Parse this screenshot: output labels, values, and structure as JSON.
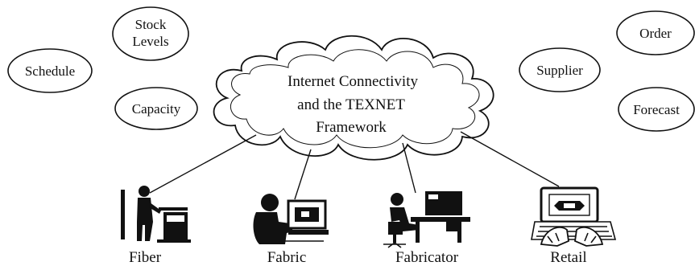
{
  "ovals": {
    "schedule": "Schedule",
    "stock_levels_line1": "Stock",
    "stock_levels_line2": "Levels",
    "capacity": "Capacity",
    "order": "Order",
    "supplier": "Supplier",
    "forecast": "Forecast"
  },
  "cloud": {
    "line1": "Internet Connectivity",
    "line2": "and the TEXNET",
    "line3": "Framework"
  },
  "nodes": [
    {
      "label": "Fiber",
      "icon": "person-at-machine-icon"
    },
    {
      "label": "Fabric",
      "icon": "person-at-computer-icon"
    },
    {
      "label": "Fabricator",
      "icon": "person-at-workstation-icon"
    },
    {
      "label": "Retail",
      "icon": "hands-on-keyboard-icon"
    }
  ]
}
